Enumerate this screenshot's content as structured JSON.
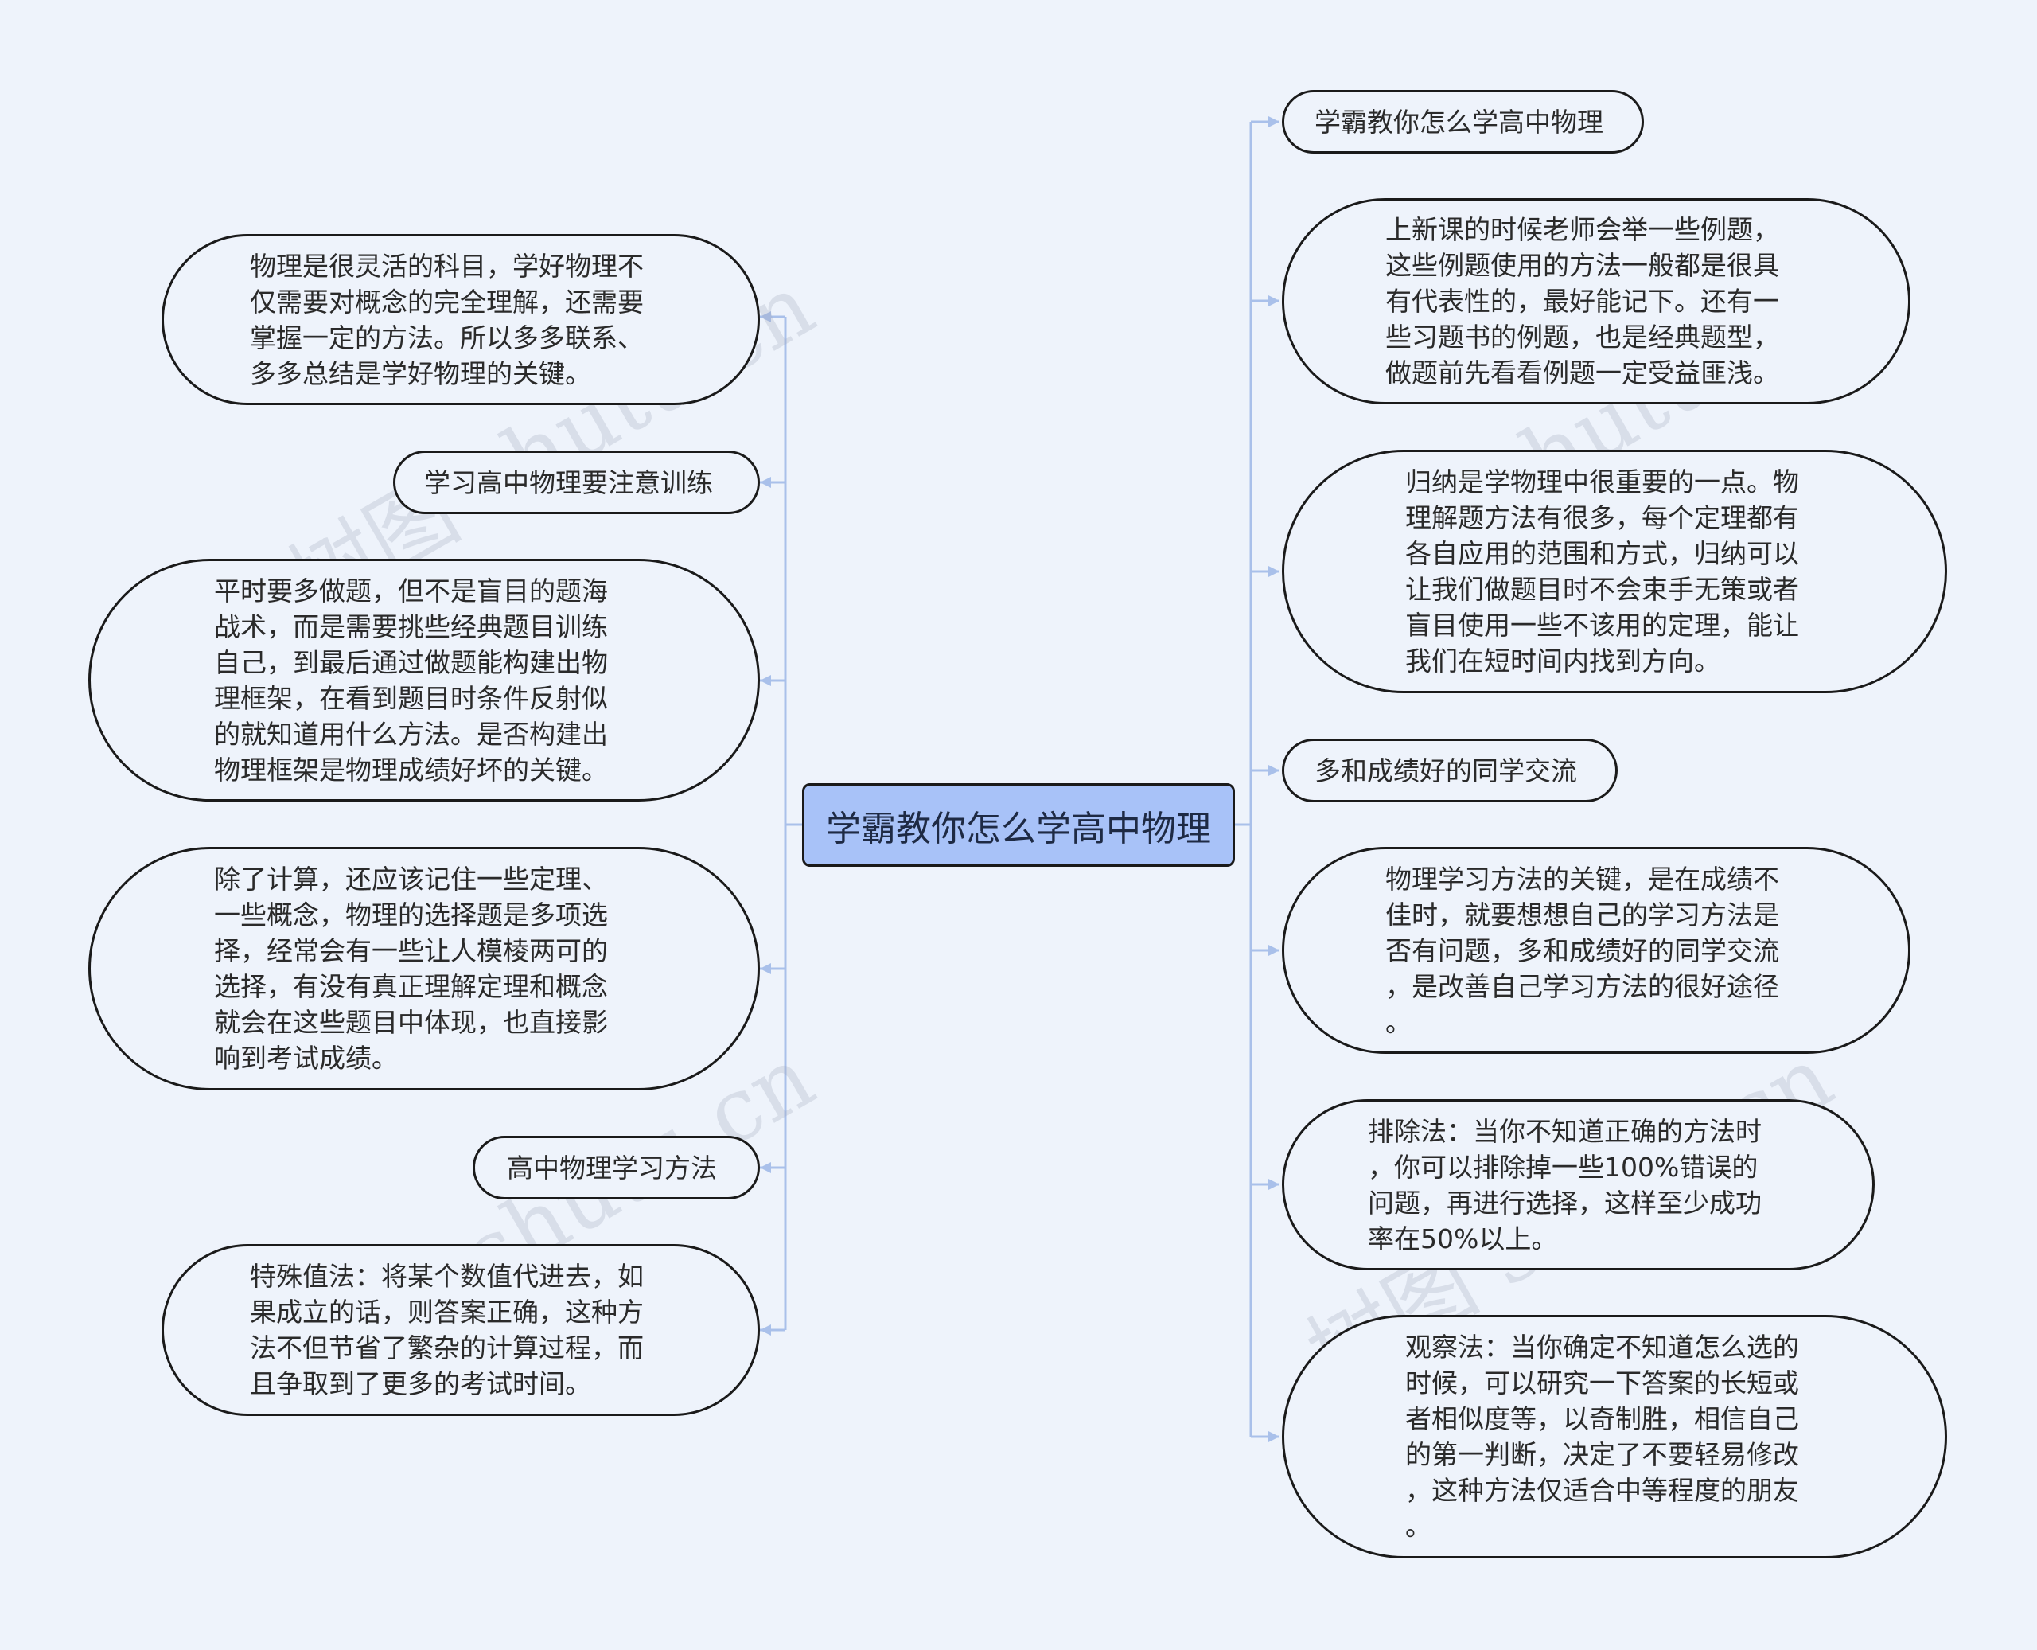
{
  "root": {
    "label": "学霸教你怎么学高中物理"
  },
  "left": [
    {
      "text": "物理是很灵活的科目，学好物理不\n仅需要对概念的完全理解，还需要\n掌握一定的方法。所以多多联系、\n多多总结是学好物理的关键。"
    },
    {
      "text": "学习高中物理要注意训练"
    },
    {
      "text": "平时要多做题，但不是盲目的题海\n战术，而是需要挑些经典题目训练\n自己，到最后通过做题能构建出物\n理框架，在看到题目时条件反射似\n的就知道用什么方法。是否构建出\n物理框架是物理成绩好坏的关键。"
    },
    {
      "text": "除了计算，还应该记住一些定理、\n一些概念，物理的选择题是多项选\n择，经常会有一些让人模棱两可的\n选择，有没有真正理解定理和概念\n就会在这些题目中体现，也直接影\n响到考试成绩。"
    },
    {
      "text": "高中物理学习方法"
    },
    {
      "text": "特殊值法：将某个数值代进去，如\n果成立的话，则答案正确，这种方\n法不但节省了繁杂的计算过程，而\n且争取到了更多的考试时间。"
    }
  ],
  "right": [
    {
      "text": "学霸教你怎么学高中物理"
    },
    {
      "text": "上新课的时候老师会举一些例题，\n这些例题使用的方法一般都是很具\n有代表性的，最好能记下。还有一\n些习题书的例题，也是经典题型，\n做题前先看看例题一定受益匪浅。"
    },
    {
      "text": "归纳是学物理中很重要的一点。物\n理解题方法有很多，每个定理都有\n各自应用的范围和方式，归纳可以\n让我们做题目时不会束手无策或者\n盲目使用一些不该用的定理，能让\n我们在短时间内找到方向。"
    },
    {
      "text": "多和成绩好的同学交流"
    },
    {
      "text": "物理学习方法的关键，是在成绩不\n佳时，就要想想自己的学习方法是\n否有问题，多和成绩好的同学交流\n，是改善自己学习方法的很好途径\n。"
    },
    {
      "text": "排除法：当你不知道正确的方法时\n，你可以排除掉一些100%错误的\n问题，再进行选择，这样至少成功\n率在50%以上。"
    },
    {
      "text": "观察法：当你确定不知道怎么选的\n时候，可以研究一下答案的长短或\n者相似度等，以奇制胜，相信自己\n的第一判断，决定了不要轻易修改\n，这种方法仅适合中等程度的朋友\n。"
    }
  ],
  "watermark": "树图 shutu.cn",
  "colors": {
    "connector": "#a9c0ea",
    "root_fill": "#a8c2f8",
    "border": "#1a1a1a",
    "background": "#eef3fb"
  }
}
